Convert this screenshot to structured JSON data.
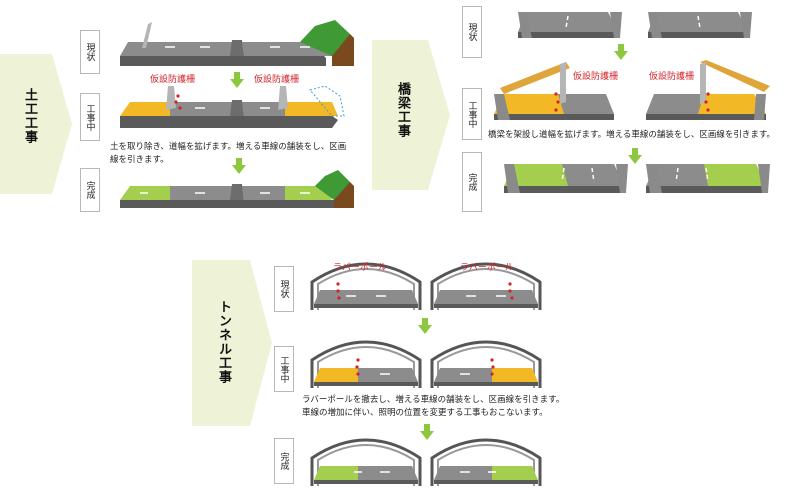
{
  "colors": {
    "road": "#8c8c8c",
    "road_edge": "#5a5a5a",
    "construction": "#f2b826",
    "completed": "#a4cf4e",
    "earth": "#7a4a1e",
    "grass": "#3f9a35",
    "label_red": "#d2232a",
    "section_arrow": "#eef3d8",
    "flow_arrow": "#8dc63f"
  },
  "sections": {
    "earthwork": {
      "title": "土工工事",
      "stages": [
        "現状",
        "工事中",
        "完成"
      ],
      "labels": [
        "仮設防護柵",
        "仮設防護柵"
      ],
      "note": "土を取り除き、道幅を拡げます。増える車線の舗装をし、区画線を引きます。"
    },
    "bridge": {
      "title": "橋梁工事",
      "stages": [
        "現状",
        "工事中",
        "完成"
      ],
      "labels": [
        "仮設防護柵",
        "仮設防護柵"
      ],
      "note": "橋梁を架設し道幅を拡げます。増える車線の舗装をし、区画線を引きます。"
    },
    "tunnel": {
      "title": "トンネル工事",
      "stages": [
        "現状",
        "工事中",
        "完成"
      ],
      "labels": [
        "ラバーポール",
        "ラバーポール"
      ],
      "note_line1": "ラバーポールを撤去し、増える車線の舗装をし、区画線を引きます。",
      "note_line2": "車線の増加に伴い、照明の位置を変更する工事もおこないます。"
    }
  }
}
